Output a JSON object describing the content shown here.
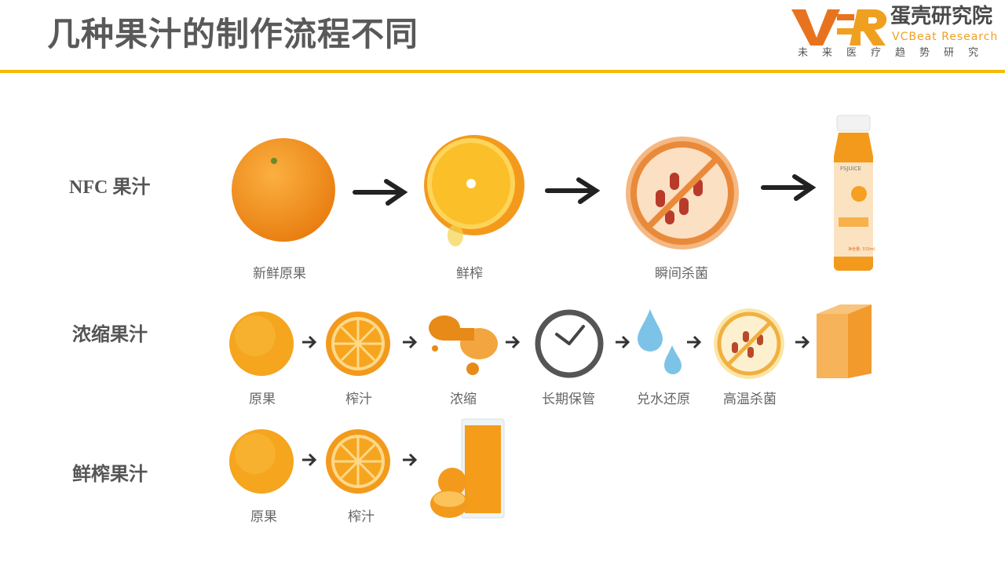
{
  "slide": {
    "title": "几种果汁的制作流程不同"
  },
  "logo": {
    "mark": "VBR",
    "name_cn": "蛋壳研究院",
    "name_en": "VCBeat Research",
    "tagline": "未来医疗趋势研究"
  },
  "colors": {
    "accent": "#f7b900",
    "orange": "#f29418",
    "title_gray": "#595959"
  },
  "rows": [
    {
      "label": "NFC 果汁",
      "steps": [
        "新鲜原果",
        "鲜榨",
        "瞬间杀菌"
      ],
      "product": {
        "brand": "FSJUICE",
        "volume": "净含量: 310ml"
      }
    },
    {
      "label": "浓缩果汁",
      "steps": [
        "原果",
        "榨汁",
        "浓缩",
        "长期保管",
        "兑水还原",
        "高温杀菌"
      ]
    },
    {
      "label": "鲜榨果汁",
      "steps": [
        "原果",
        "榨汁"
      ]
    }
  ]
}
